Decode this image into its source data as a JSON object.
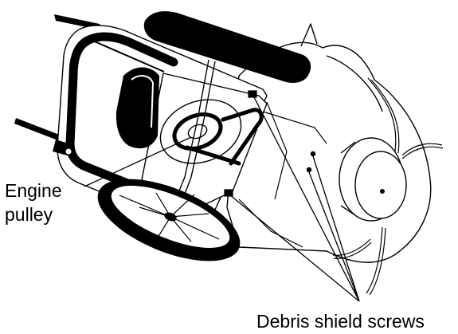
{
  "labels": {
    "engine_pulley": [
      "Engine",
      "pulley"
    ],
    "debris_shield_screws": "Debris shield screws"
  },
  "colors": {
    "ink": "#000000",
    "paper": "#ffffff"
  }
}
